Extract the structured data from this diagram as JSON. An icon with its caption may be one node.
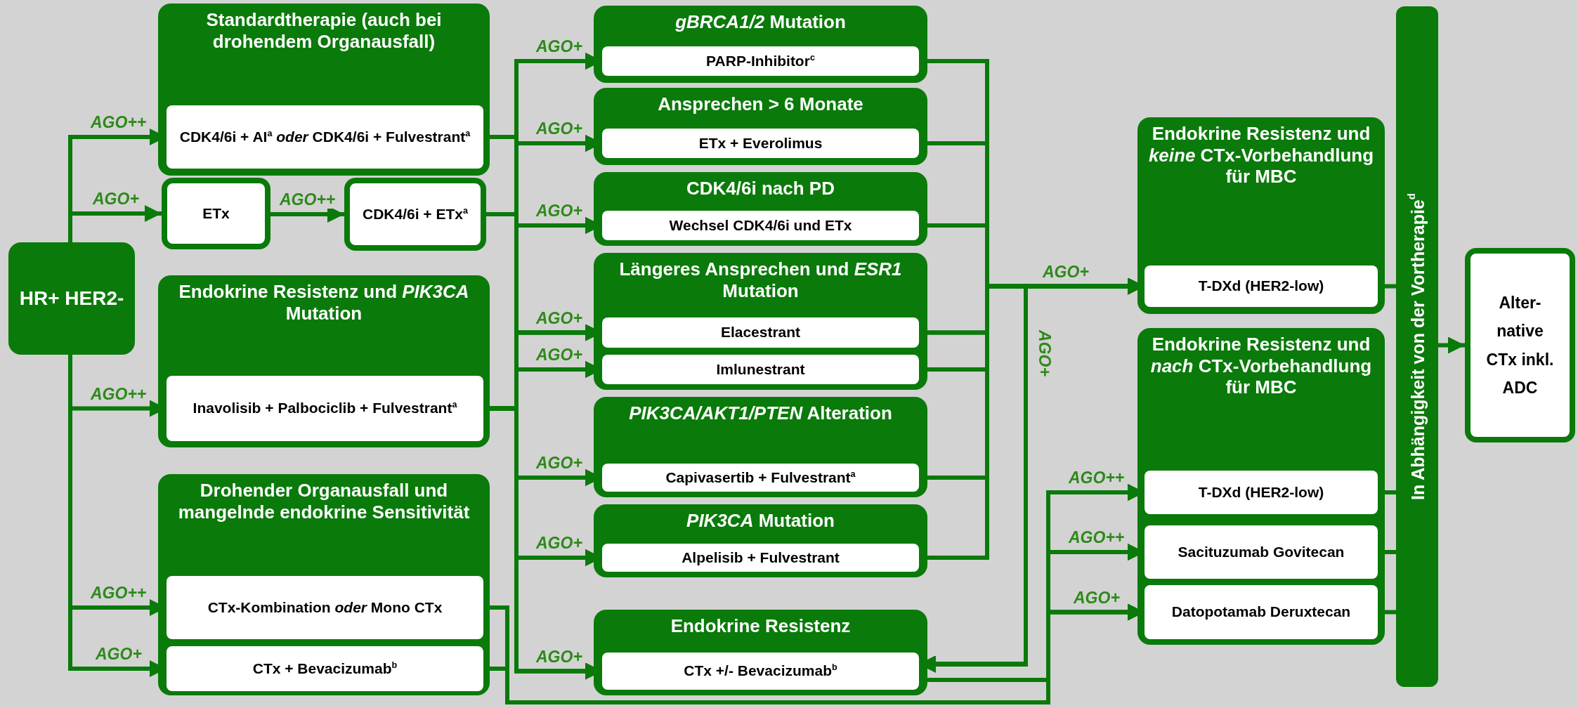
{
  "diagram": {
    "nodes": [
      {
        "text": [
          "HR+ HER2-"
        ]
      },
      {
        "text": [
          "Standardtherapie (auch bei drohendem Organausfall)"
        ]
      },
      {
        "text": [
          "CDK4/6i + AI$^{a}$ *oder* CDK4/6i + Fulvestrant$^{a}$"
        ],
        "in": 1
      },
      {
        "text": [
          "ETx"
        ]
      },
      {
        "text": [
          "CDK4/6i + ETx$^{a}$"
        ]
      },
      {
        "text": [
          "Endokrine Resistenz und *PIK3CA* Mutation"
        ]
      },
      {
        "text": [
          "Inavolisib + Palbociclib + Fulvestrant$^{a}$"
        ],
        "in": 5
      },
      {
        "text": [
          "Drohender Organausfall und mangelnde endokrine Sensitivität"
        ]
      },
      {
        "text": [
          "CTx-Kombination *oder* Mono CTx"
        ],
        "in": 7
      },
      {
        "text": [
          "CTx + Bevacizumab$^{b}$"
        ],
        "in": 7
      },
      {
        "text": [
          "*gBRCA1/2* Mutation"
        ]
      },
      {
        "text": [
          "PARP-Inhibitor$^{c}$"
        ],
        "in": 10
      },
      {
        "text": [
          "Ansprechen > 6 Monate"
        ]
      },
      {
        "text": [
          "ETx + Everolimus"
        ],
        "in": 12
      },
      {
        "text": [
          "CDK4/6i nach PD"
        ]
      },
      {
        "text": [
          "Wechsel CDK4/6i und ETx"
        ],
        "in": 14
      },
      {
        "text": [
          "Längeres Ansprechen und *ESR1* Mutation"
        ]
      },
      {
        "text": [
          "Elacestrant"
        ],
        "in": 16
      },
      {
        "text": [
          "Imlunestrant"
        ],
        "in": 16
      },
      {
        "text": [
          "*PIK3CA/AKT1/PTEN* Alteration"
        ]
      },
      {
        "text": [
          "Capivasertib + Fulvestrant$^{a}$"
        ],
        "in": 19
      },
      {
        "text": [
          "*PIK3CA* Mutation"
        ]
      },
      {
        "text": [
          "Alpelisib + Fulvestrant"
        ],
        "in": 21
      },
      {
        "text": [
          "Endokrine Resistenz"
        ]
      },
      {
        "text": [
          "CTx +/- Bevacizumab$^{b}$"
        ],
        "in": 23
      },
      {
        "text": [
          "Endokrine Resistenz und *keine* CTx-Vorbehandlung für MBC"
        ]
      },
      {
        "text": [
          "T-DXd (HER2-low)"
        ],
        "in": 25
      },
      {
        "text": [
          "Endokrine Resistenz und *nach* CTx-Vorbehandlung für MBC"
        ]
      },
      {
        "text": [
          "T-DXd (HER2-low)"
        ],
        "in": 27
      },
      {
        "text": [
          "Sacituzumab Govitecan"
        ],
        "in": 27
      },
      {
        "text": [
          "Datopotamab Deruxtecan"
        ],
        "in": 27
      },
      {
        "text": [
          "In Abhängigkeit von der Vortherapie$^{d}$"
        ]
      },
      {
        "text": [
          "Alter- native CTx inkl. ADC"
        ]
      }
    ],
    "edges": [
      {
        "from": 0,
        "to": 2,
        "arrow": "to",
        "label": "AGO++"
      },
      {
        "from": 0,
        "to": 3,
        "arrow": "to",
        "label": "AGO+"
      },
      {
        "from": 3,
        "to": 4,
        "arrow": "to",
        "label": "AGO++"
      },
      {
        "from": 0,
        "to": 6,
        "arrow": "to",
        "label": "AGO++"
      },
      {
        "from": 0,
        "to": 8,
        "arrow": "to",
        "label": "AGO++"
      },
      {
        "from": 0,
        "to": 9,
        "arrow": "to",
        "label": "AGO+"
      },
      {
        "from": 2,
        "to": 11,
        "arrow": "to",
        "label": "AGO+"
      },
      {
        "from": 4,
        "to": 11,
        "arrow": "to"
      },
      {
        "from": 6,
        "to": 11,
        "arrow": "to"
      },
      {
        "from": 2,
        "to": 13,
        "arrow": "to",
        "label": "AGO+"
      },
      {
        "from": 4,
        "to": 13,
        "arrow": "to"
      },
      {
        "from": 6,
        "to": 13,
        "arrow": "to"
      },
      {
        "from": 2,
        "to": 15,
        "arrow": "to",
        "label": "AGO+"
      },
      {
        "from": 4,
        "to": 15,
        "arrow": "to"
      },
      {
        "from": 6,
        "to": 15,
        "arrow": "to"
      },
      {
        "from": 2,
        "to": 17,
        "arrow": "to",
        "label": "AGO+"
      },
      {
        "from": 4,
        "to": 17,
        "arrow": "to"
      },
      {
        "from": 6,
        "to": 17,
        "arrow": "to"
      },
      {
        "from": 2,
        "to": 18,
        "arrow": "to",
        "label": "AGO+"
      },
      {
        "from": 4,
        "to": 18,
        "arrow": "to"
      },
      {
        "from": 6,
        "to": 18,
        "arrow": "to"
      },
      {
        "from": 2,
        "to": 20,
        "arrow": "to",
        "label": "AGO+"
      },
      {
        "from": 4,
        "to": 20,
        "arrow": "to"
      },
      {
        "from": 6,
        "to": 20,
        "arrow": "to"
      },
      {
        "from": 2,
        "to": 22,
        "arrow": "to",
        "label": "AGO+"
      },
      {
        "from": 4,
        "to": 22,
        "arrow": "to"
      },
      {
        "from": 6,
        "to": 22,
        "arrow": "to"
      },
      {
        "from": 2,
        "to": 24,
        "arrow": "to",
        "label": "AGO+"
      },
      {
        "from": 4,
        "to": 24,
        "arrow": "to"
      },
      {
        "from": 6,
        "to": 24,
        "arrow": "to"
      },
      {
        "from": 11,
        "to": 26,
        "arrow": "to",
        "label": "AGO+"
      },
      {
        "from": 13,
        "to": 26,
        "arrow": "to"
      },
      {
        "from": 15,
        "to": 26,
        "arrow": "to"
      },
      {
        "from": 17,
        "to": 26,
        "arrow": "to"
      },
      {
        "from": 18,
        "to": 26,
        "arrow": "to"
      },
      {
        "from": 20,
        "to": 26,
        "arrow": "to"
      },
      {
        "from": 22,
        "to": 26,
        "arrow": "to"
      },
      {
        "from": 11,
        "to": 24,
        "arrow": "to",
        "label": "AGO+"
      },
      {
        "from": 13,
        "to": 24,
        "arrow": "to"
      },
      {
        "from": 15,
        "to": 24,
        "arrow": "to"
      },
      {
        "from": 17,
        "to": 24,
        "arrow": "to"
      },
      {
        "from": 18,
        "to": 24,
        "arrow": "to"
      },
      {
        "from": 20,
        "to": 24,
        "arrow": "to"
      },
      {
        "from": 22,
        "to": 24,
        "arrow": "to"
      },
      {
        "from": 8,
        "to": 28,
        "arrow": "to",
        "label": "AGO++"
      },
      {
        "from": 9,
        "to": 28,
        "arrow": "to"
      },
      {
        "from": 24,
        "to": 28,
        "arrow": "to"
      },
      {
        "from": 8,
        "to": 29,
        "arrow": "to",
        "label": "AGO++"
      },
      {
        "from": 9,
        "to": 29,
        "arrow": "to"
      },
      {
        "from": 24,
        "to": 29,
        "arrow": "to"
      },
      {
        "from": 8,
        "to": 30,
        "arrow": "to",
        "label": "AGO+"
      },
      {
        "from": 9,
        "to": 30,
        "arrow": "to"
      },
      {
        "from": 24,
        "to": 30,
        "arrow": "to"
      },
      {
        "from": 26,
        "to": 31,
        "arrow": "none"
      },
      {
        "from": 28,
        "to": 31,
        "arrow": "none"
      },
      {
        "from": 29,
        "to": 31,
        "arrow": "none"
      },
      {
        "from": 30,
        "to": 31,
        "arrow": "none"
      },
      {
        "from": 31,
        "to": 32,
        "arrow": "to"
      }
    ]
  }
}
